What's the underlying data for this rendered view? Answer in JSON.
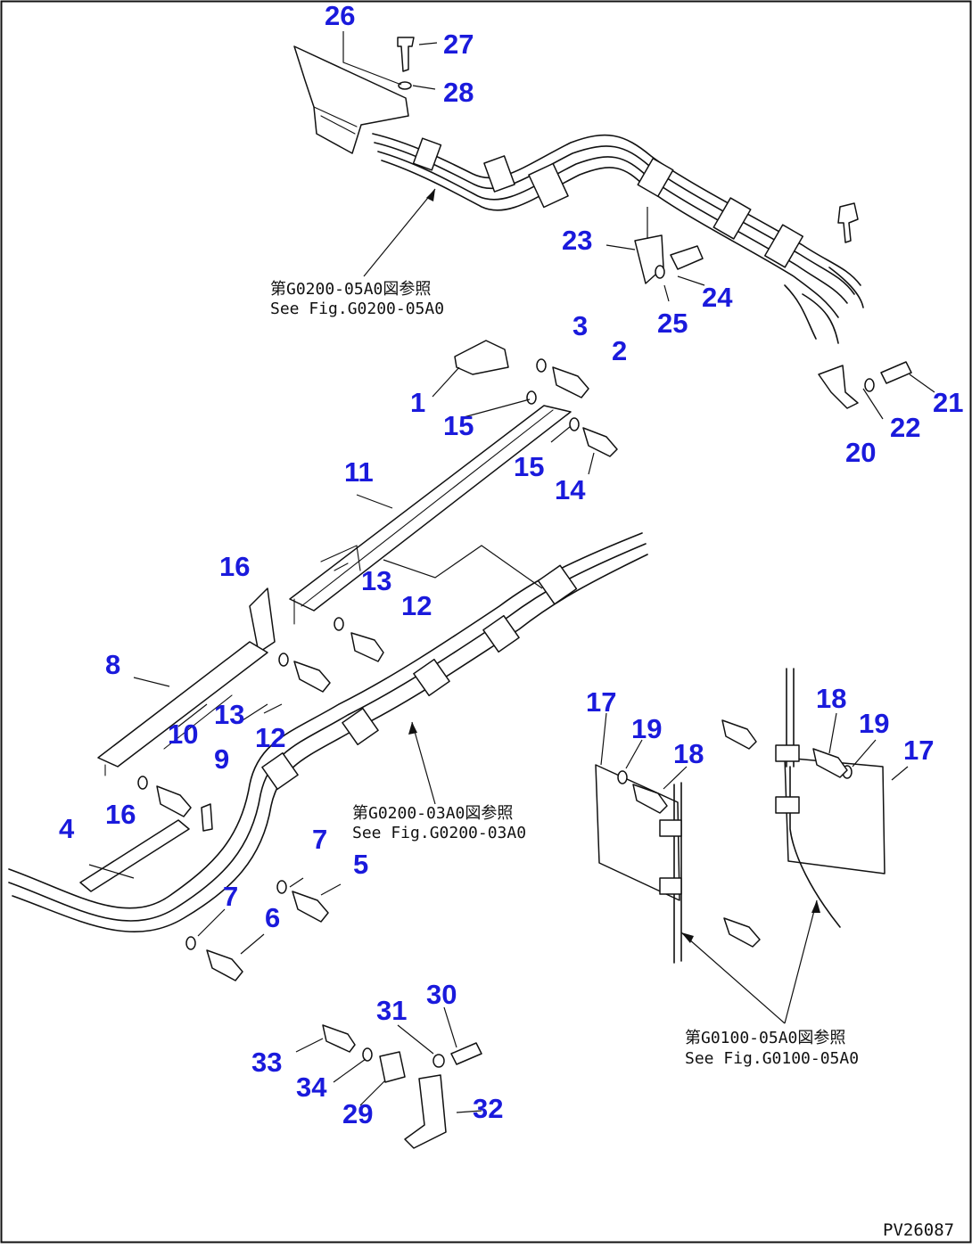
{
  "diagram_code": "PV26087",
  "references": {
    "top": {
      "jp": "第G0200-05A0図参照",
      "en": "See Fig.G0200-05A0"
    },
    "middle": {
      "jp": "第G0200-03A0図参照",
      "en": "See Fig.G0200-03A0"
    },
    "right": {
      "jp": "第G0100-05A0図参照",
      "en": "See Fig.G0100-05A0"
    }
  },
  "callouts": {
    "c26": "26",
    "c27": "27",
    "c28": "28",
    "c23": "23",
    "c24": "24",
    "c25": "25",
    "c3": "3",
    "c2": "2",
    "c1": "1",
    "c15a": "15",
    "c15b": "15",
    "c14": "14",
    "c21": "21",
    "c22": "22",
    "c20": "20",
    "c11": "11",
    "c16a": "16",
    "c13a": "13",
    "c12a": "12",
    "c8": "8",
    "c13b": "13",
    "c12b": "12",
    "c10": "10",
    "c9": "9",
    "c16b": "16",
    "c4": "4",
    "c7a": "7",
    "c5": "5",
    "c7b": "7",
    "c6": "6",
    "c17a": "17",
    "c19a": "19",
    "c18a": "18",
    "c18b": "18",
    "c19b": "19",
    "c17b": "17",
    "c30": "30",
    "c31": "31",
    "c33": "33",
    "c34": "34",
    "c29": "29",
    "c32": "32"
  },
  "colors": {
    "callout": "#1a1adc",
    "line": "#111111",
    "background": "#ffffff"
  }
}
